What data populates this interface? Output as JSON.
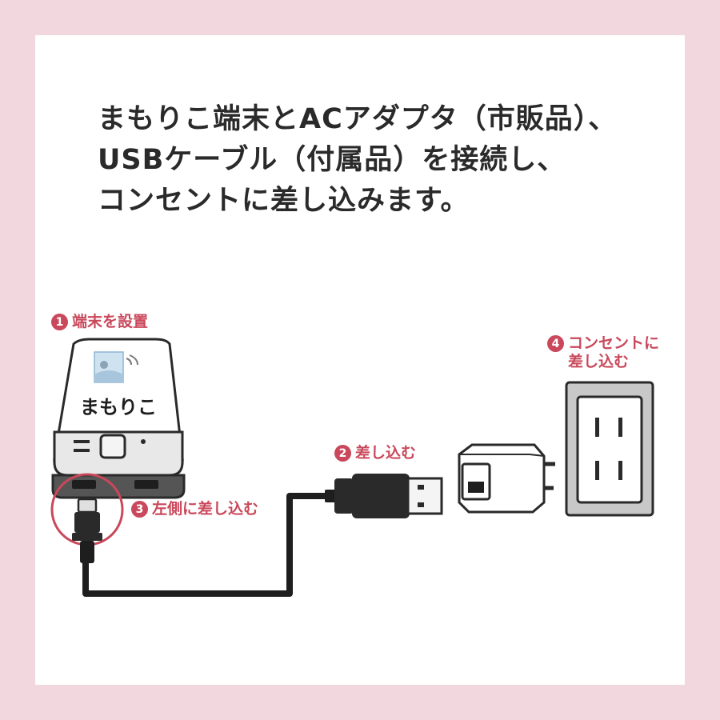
{
  "instructions": {
    "lines": [
      "まもりこ端末とACアダプタ（市販品）、",
      "USBケーブル（付属品）を接続し、",
      "コンセントに差し込みます。"
    ]
  },
  "device": {
    "brand_label": "まもりこ"
  },
  "steps": [
    {
      "number": "1",
      "label": "端末を設置"
    },
    {
      "number": "2",
      "label": "差し込む"
    },
    {
      "number": "3",
      "label": "左側に差し込む"
    },
    {
      "number": "4",
      "label": "コンセントに\n差し込む"
    }
  ],
  "colors": {
    "background": "#f2d7de",
    "card": "#ffffff",
    "accent": "#c9485b",
    "text": "#2a2a2a"
  }
}
